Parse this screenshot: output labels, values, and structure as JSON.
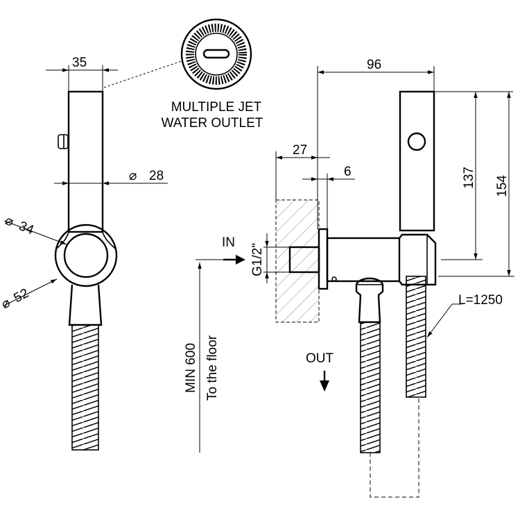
{
  "labels": {
    "outlet_line1": "MULTIPLE JET",
    "outlet_line2": "WATER OUTLET",
    "in": "IN",
    "out": "OUT",
    "thread": "G1/2\"",
    "min_height": "MIN 600",
    "to_floor": "To the floor",
    "hose_length": "L=1250"
  },
  "dimensions": {
    "width_35": "35",
    "dia_28": "28",
    "dia_34": "34",
    "dia_52": "52",
    "width_96": "96",
    "depth_27": "27",
    "depth_6": "6",
    "height_137": "137",
    "height_154": "154"
  },
  "symbols": {
    "diameter": "⌀"
  }
}
